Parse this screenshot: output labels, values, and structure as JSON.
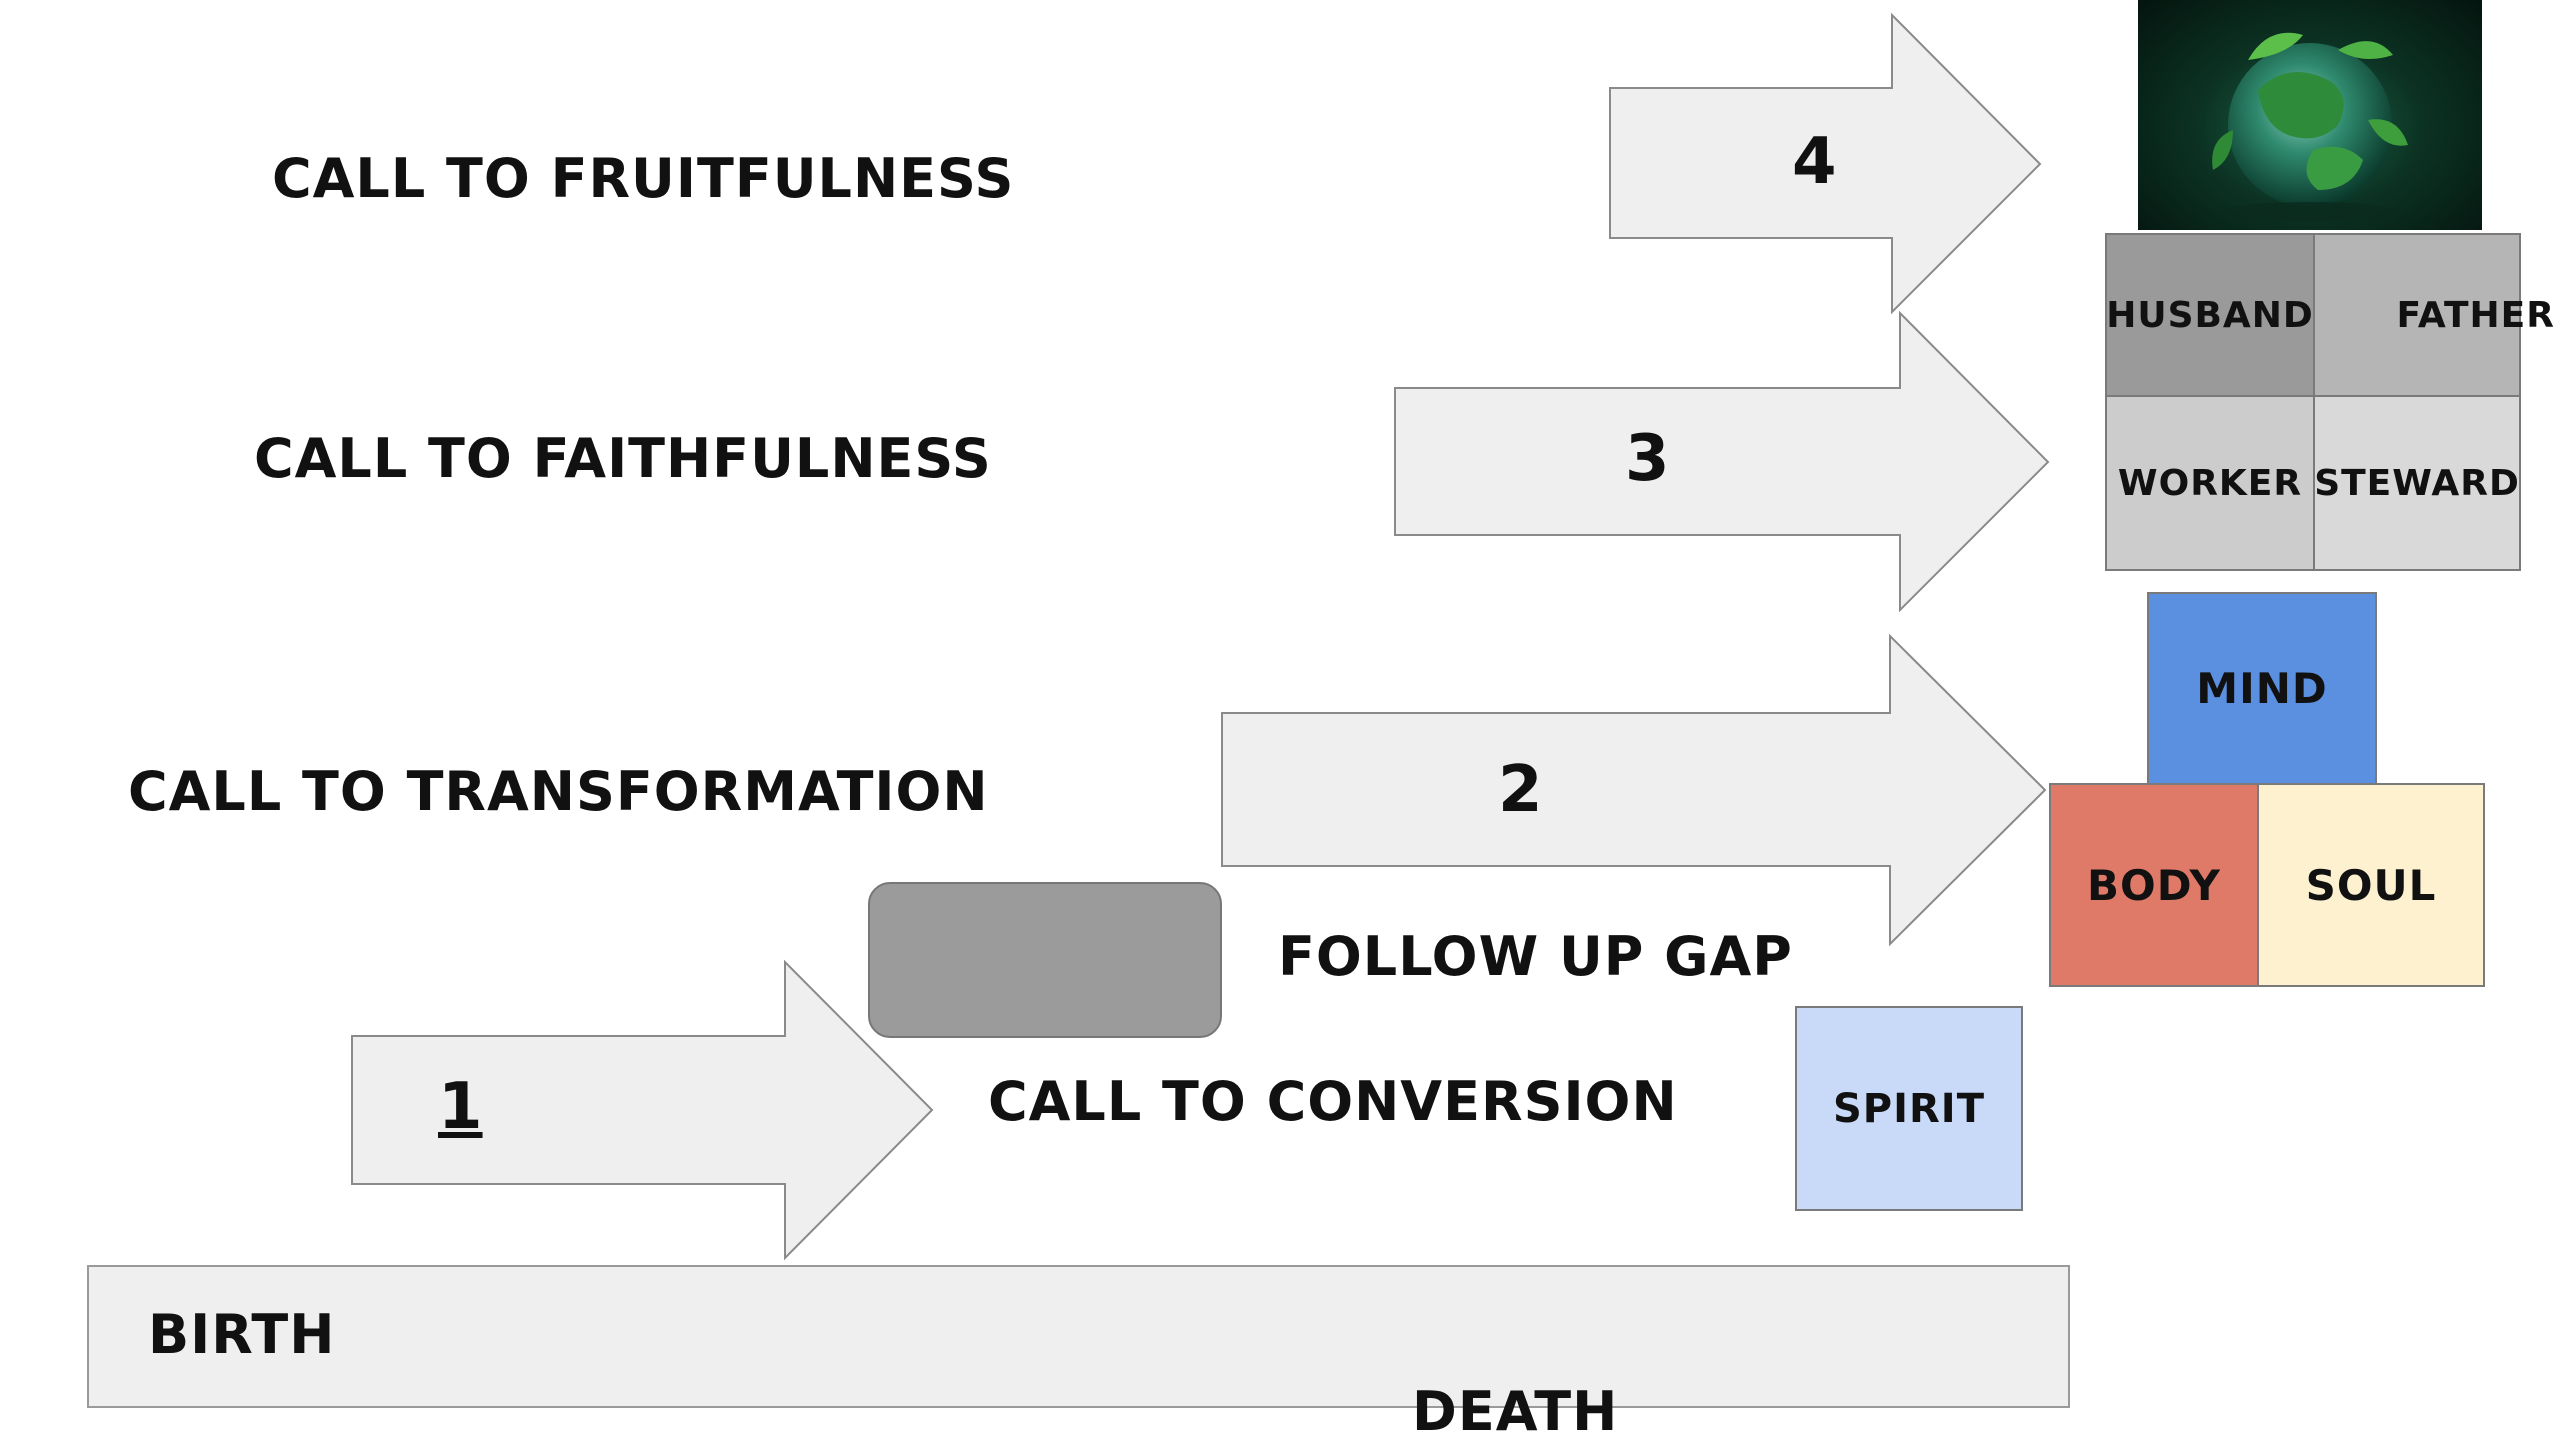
{
  "calls": {
    "fruitfulness": "CALL TO FRUITFULNESS",
    "faithfulness": "CALL TO FAITHFULNESS",
    "transformation": "CALL TO TRANSFORMATION",
    "conversion": "CALL TO CONVERSION"
  },
  "follow_up_gap": "FOLLOW UP GAP",
  "arrows": [
    "1",
    "2",
    "3",
    "4"
  ],
  "timeline": {
    "start": "BIRTH",
    "end": "DEATH"
  },
  "roles": {
    "husband": "HUSBAND",
    "father": "FATHER",
    "worker": "WORKER",
    "steward": "STEWARD"
  },
  "being": {
    "mind": "MIND",
    "body": "BODY",
    "soul": "SOUL",
    "spirit": "SPIRIT"
  },
  "colors": {
    "arrow_fill": "#efefef",
    "arrow_stroke": "#8a8a8a",
    "husband": "#9a9a9a",
    "father": "#b5b5b5",
    "worker": "#cccccc",
    "steward": "#d9d9d9",
    "mind": "#5b8fe0",
    "body": "#e07a68",
    "soul": "#fdf1d0",
    "spirit": "#c9daf8"
  },
  "icons": {
    "globe": "earth-with-plants-image"
  }
}
